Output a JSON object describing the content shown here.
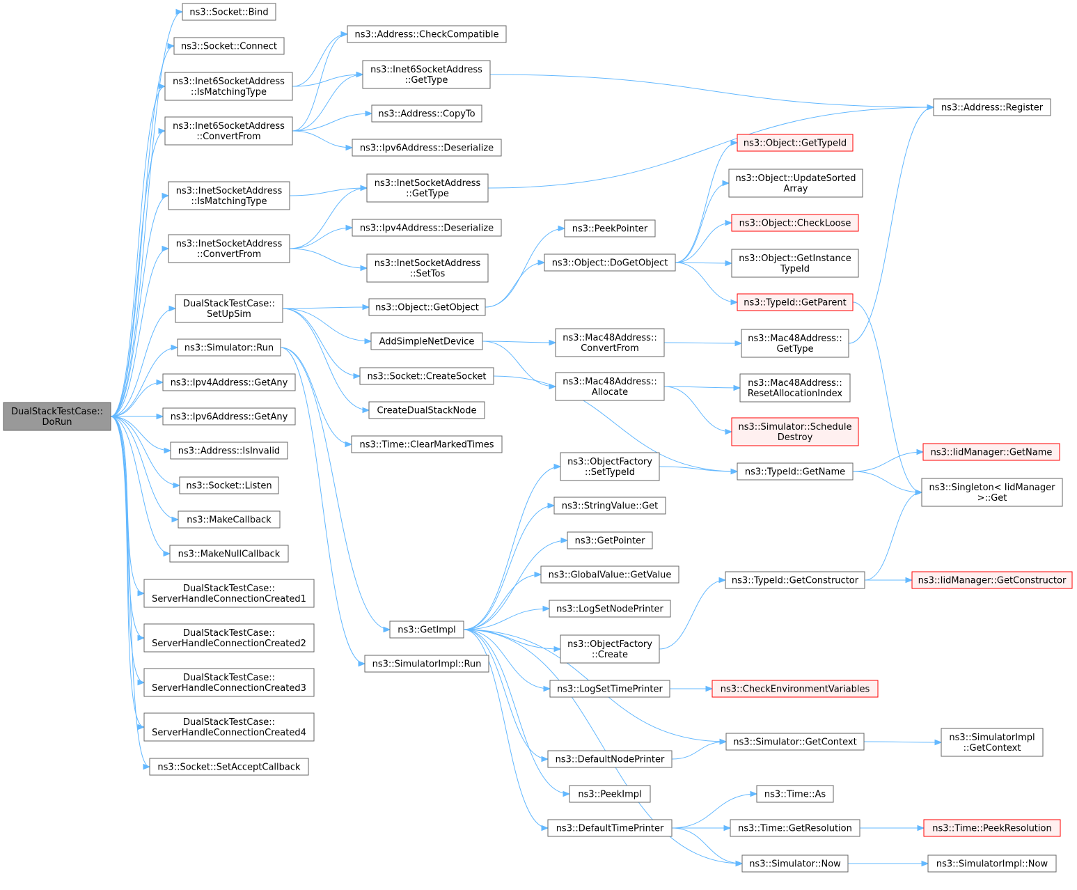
{
  "colors": {
    "edge": "#63b8ff",
    "root_fill": "#999999",
    "truncated_border": "#ff0000",
    "truncated_fill": "#fff0f0",
    "border": "#666666"
  },
  "nodes": [
    {
      "id": "root",
      "lines": [
        "DualStackTestCase::",
        "DoRun"
      ],
      "style": "root"
    },
    {
      "id": "sock_bind",
      "lines": [
        "ns3::Socket::Bind"
      ]
    },
    {
      "id": "sock_connect",
      "lines": [
        "ns3::Socket::Connect"
      ]
    },
    {
      "id": "i6_ismatch",
      "lines": [
        "ns3::Inet6SocketAddress",
        "::IsMatchingType"
      ]
    },
    {
      "id": "i6_convert",
      "lines": [
        "ns3::Inet6SocketAddress",
        "::ConvertFrom"
      ]
    },
    {
      "id": "i4_ismatch",
      "lines": [
        "ns3::InetSocketAddress",
        "::IsMatchingType"
      ]
    },
    {
      "id": "i4_convert",
      "lines": [
        "ns3::InetSocketAddress",
        "::ConvertFrom"
      ]
    },
    {
      "id": "setupsim",
      "lines": [
        "DualStackTestCase::",
        "SetUpSim"
      ]
    },
    {
      "id": "sim_run",
      "lines": [
        "ns3::Simulator::Run"
      ]
    },
    {
      "id": "ipv4_getany",
      "lines": [
        "ns3::Ipv4Address::GetAny"
      ]
    },
    {
      "id": "ipv6_getany",
      "lines": [
        "ns3::Ipv6Address::GetAny"
      ]
    },
    {
      "id": "addr_isinvalid",
      "lines": [
        "ns3::Address::IsInvalid"
      ]
    },
    {
      "id": "sock_listen",
      "lines": [
        "ns3::Socket::Listen"
      ]
    },
    {
      "id": "makecallback",
      "lines": [
        "ns3::MakeCallback"
      ]
    },
    {
      "id": "makenullcallback",
      "lines": [
        "ns3::MakeNullCallback"
      ]
    },
    {
      "id": "shcc1",
      "lines": [
        "DualStackTestCase::",
        "ServerHandleConnectionCreated1"
      ]
    },
    {
      "id": "shcc2",
      "lines": [
        "DualStackTestCase::",
        "ServerHandleConnectionCreated2"
      ]
    },
    {
      "id": "shcc3",
      "lines": [
        "DualStackTestCase::",
        "ServerHandleConnectionCreated3"
      ]
    },
    {
      "id": "shcc4",
      "lines": [
        "DualStackTestCase::",
        "ServerHandleConnectionCreated4"
      ]
    },
    {
      "id": "sock_setaccept",
      "lines": [
        "ns3::Socket::SetAcceptCallback"
      ]
    },
    {
      "id": "addr_checkcompat",
      "lines": [
        "ns3::Address::CheckCompatible"
      ]
    },
    {
      "id": "i6_gettype",
      "lines": [
        "ns3::Inet6SocketAddress",
        "::GetType"
      ]
    },
    {
      "id": "addr_copyto",
      "lines": [
        "ns3::Address::CopyTo"
      ]
    },
    {
      "id": "ipv6_deser",
      "lines": [
        "ns3::Ipv6Address::Deserialize"
      ]
    },
    {
      "id": "i4_gettype",
      "lines": [
        "ns3::InetSocketAddress",
        "::GetType"
      ]
    },
    {
      "id": "ipv4_deser",
      "lines": [
        "ns3::Ipv4Address::Deserialize"
      ]
    },
    {
      "id": "i4_settos",
      "lines": [
        "ns3::InetSocketAddress",
        "::SetTos"
      ]
    },
    {
      "id": "obj_getobject",
      "lines": [
        "ns3::Object::GetObject"
      ]
    },
    {
      "id": "addsimplenetdev",
      "lines": [
        "AddSimpleNetDevice"
      ]
    },
    {
      "id": "sock_create",
      "lines": [
        "ns3::Socket::CreateSocket"
      ]
    },
    {
      "id": "createdualstack",
      "lines": [
        "CreateDualStackNode"
      ]
    },
    {
      "id": "time_clearmarked",
      "lines": [
        "ns3::Time::ClearMarkedTimes"
      ]
    },
    {
      "id": "getimpl",
      "lines": [
        "ns3::GetImpl"
      ]
    },
    {
      "id": "simimpl_run",
      "lines": [
        "ns3::SimulatorImpl::Run"
      ]
    },
    {
      "id": "peekpointer",
      "lines": [
        "ns3::PeekPointer"
      ]
    },
    {
      "id": "obj_dogetobject",
      "lines": [
        "ns3::Object::DoGetObject"
      ]
    },
    {
      "id": "mac48_convert",
      "lines": [
        "ns3::Mac48Address::",
        "ConvertFrom"
      ]
    },
    {
      "id": "mac48_allocate",
      "lines": [
        "ns3::Mac48Address::",
        "Allocate"
      ]
    },
    {
      "id": "objfactory_settypeid",
      "lines": [
        "ns3::ObjectFactory",
        "::SetTypeId"
      ]
    },
    {
      "id": "stringvalue_get",
      "lines": [
        "ns3::StringValue::Get"
      ]
    },
    {
      "id": "getpointer",
      "lines": [
        "ns3::GetPointer"
      ]
    },
    {
      "id": "globalvalue_getvalue",
      "lines": [
        "ns3::GlobalValue::GetValue"
      ]
    },
    {
      "id": "logsetnodeprinter",
      "lines": [
        "ns3::LogSetNodePrinter"
      ]
    },
    {
      "id": "objfactory_create",
      "lines": [
        "ns3::ObjectFactory",
        "::Create"
      ]
    },
    {
      "id": "logsettimeprinter",
      "lines": [
        "ns3::LogSetTimePrinter"
      ]
    },
    {
      "id": "defaultnodeprinter",
      "lines": [
        "ns3::DefaultNodePrinter"
      ]
    },
    {
      "id": "peekimpl",
      "lines": [
        "ns3::PeekImpl"
      ]
    },
    {
      "id": "defaulttimeprinter",
      "lines": [
        "ns3::DefaultTimePrinter"
      ]
    },
    {
      "id": "addr_register",
      "lines": [
        "ns3::Address::Register"
      ]
    },
    {
      "id": "obj_gettypeid",
      "lines": [
        "ns3::Object::GetTypeId"
      ],
      "style": "trunc"
    },
    {
      "id": "obj_updatesorted",
      "lines": [
        "ns3::Object::UpdateSorted",
        "Array"
      ]
    },
    {
      "id": "obj_checkloose",
      "lines": [
        "ns3::Object::CheckLoose"
      ],
      "style": "trunc"
    },
    {
      "id": "obj_getinstance",
      "lines": [
        "ns3::Object::GetInstance",
        "TypeId"
      ]
    },
    {
      "id": "typeid_getparent",
      "lines": [
        "ns3::TypeId::GetParent"
      ],
      "style": "trunc"
    },
    {
      "id": "mac48_gettype",
      "lines": [
        "ns3::Mac48Address::",
        "GetType"
      ]
    },
    {
      "id": "mac48_reset",
      "lines": [
        "ns3::Mac48Address::",
        "ResetAllocationIndex"
      ]
    },
    {
      "id": "sim_scheduledestroy",
      "lines": [
        "ns3::Simulator::Schedule",
        "Destroy"
      ],
      "style": "trunc"
    },
    {
      "id": "typeid_getname",
      "lines": [
        "ns3::TypeId::GetName"
      ]
    },
    {
      "id": "typeid_getconstructor",
      "lines": [
        "ns3::TypeId::GetConstructor"
      ]
    },
    {
      "id": "checkenvvars",
      "lines": [
        "ns3::CheckEnvironmentVariables"
      ],
      "style": "trunc"
    },
    {
      "id": "sim_getcontext",
      "lines": [
        "ns3::Simulator::GetContext"
      ]
    },
    {
      "id": "time_as",
      "lines": [
        "ns3::Time::As"
      ]
    },
    {
      "id": "time_getres",
      "lines": [
        "ns3::Time::GetResolution"
      ]
    },
    {
      "id": "sim_now",
      "lines": [
        "ns3::Simulator::Now"
      ]
    },
    {
      "id": "iidmgr_getname",
      "lines": [
        "ns3::IidManager::GetName"
      ],
      "style": "trunc"
    },
    {
      "id": "singleton_get",
      "lines": [
        "ns3::Singleton< IidManager",
        ">::Get"
      ]
    },
    {
      "id": "iidmgr_getconstructor",
      "lines": [
        "ns3::IidManager::GetConstructor"
      ],
      "style": "trunc"
    },
    {
      "id": "simimpl_getcontext",
      "lines": [
        "ns3::SimulatorImpl",
        "::GetContext"
      ]
    },
    {
      "id": "time_peekres",
      "lines": [
        "ns3::Time::PeekResolution"
      ],
      "style": "trunc"
    },
    {
      "id": "simimpl_now",
      "lines": [
        "ns3::SimulatorImpl::Now"
      ]
    }
  ],
  "edges": [
    [
      "root",
      "sock_bind"
    ],
    [
      "root",
      "sock_connect"
    ],
    [
      "root",
      "i6_ismatch"
    ],
    [
      "root",
      "i6_convert"
    ],
    [
      "root",
      "i4_ismatch"
    ],
    [
      "root",
      "i4_convert"
    ],
    [
      "root",
      "setupsim"
    ],
    [
      "root",
      "sim_run"
    ],
    [
      "root",
      "ipv4_getany"
    ],
    [
      "root",
      "ipv6_getany"
    ],
    [
      "root",
      "addr_isinvalid"
    ],
    [
      "root",
      "sock_listen"
    ],
    [
      "root",
      "makecallback"
    ],
    [
      "root",
      "makenullcallback"
    ],
    [
      "root",
      "shcc1"
    ],
    [
      "root",
      "shcc2"
    ],
    [
      "root",
      "shcc3"
    ],
    [
      "root",
      "shcc4"
    ],
    [
      "root",
      "sock_setaccept"
    ],
    [
      "i6_ismatch",
      "addr_checkcompat"
    ],
    [
      "i6_ismatch",
      "i6_gettype"
    ],
    [
      "i6_convert",
      "addr_checkcompat"
    ],
    [
      "i6_convert",
      "i6_gettype"
    ],
    [
      "i6_convert",
      "addr_copyto"
    ],
    [
      "i6_convert",
      "ipv6_deser"
    ],
    [
      "i6_gettype",
      "addr_register"
    ],
    [
      "i4_ismatch",
      "i4_gettype"
    ],
    [
      "i4_gettype",
      "addr_register"
    ],
    [
      "i4_convert",
      "i4_gettype"
    ],
    [
      "i4_convert",
      "ipv4_deser"
    ],
    [
      "i4_convert",
      "i4_settos"
    ],
    [
      "setupsim",
      "obj_getobject"
    ],
    [
      "setupsim",
      "addsimplenetdev"
    ],
    [
      "setupsim",
      "sock_create"
    ],
    [
      "setupsim",
      "createdualstack"
    ],
    [
      "sim_run",
      "getimpl"
    ],
    [
      "sim_run",
      "time_clearmarked"
    ],
    [
      "sim_run",
      "simimpl_run"
    ],
    [
      "obj_getobject",
      "peekpointer"
    ],
    [
      "obj_getobject",
      "obj_dogetobject"
    ],
    [
      "obj_dogetobject",
      "obj_gettypeid"
    ],
    [
      "obj_dogetobject",
      "obj_updatesorted"
    ],
    [
      "obj_dogetobject",
      "obj_checkloose"
    ],
    [
      "obj_dogetobject",
      "obj_getinstance"
    ],
    [
      "obj_dogetobject",
      "typeid_getparent"
    ],
    [
      "typeid_getparent",
      "singleton_get"
    ],
    [
      "addsimplenetdev",
      "mac48_convert"
    ],
    [
      "addsimplenetdev",
      "mac48_allocate"
    ],
    [
      "mac48_convert",
      "mac48_gettype"
    ],
    [
      "mac48_gettype",
      "addr_register"
    ],
    [
      "mac48_allocate",
      "mac48_reset"
    ],
    [
      "mac48_allocate",
      "sim_scheduledestroy"
    ],
    [
      "sock_create",
      "typeid_getname"
    ],
    [
      "getimpl",
      "objfactory_settypeid"
    ],
    [
      "getimpl",
      "stringvalue_get"
    ],
    [
      "getimpl",
      "getpointer"
    ],
    [
      "getimpl",
      "globalvalue_getvalue"
    ],
    [
      "getimpl",
      "logsetnodeprinter"
    ],
    [
      "getimpl",
      "objfactory_create"
    ],
    [
      "getimpl",
      "logsettimeprinter"
    ],
    [
      "getimpl",
      "defaultnodeprinter"
    ],
    [
      "getimpl",
      "peekimpl"
    ],
    [
      "getimpl",
      "defaulttimeprinter"
    ],
    [
      "getimpl",
      "sim_getcontext"
    ],
    [
      "getimpl",
      "sim_now"
    ],
    [
      "objfactory_settypeid",
      "typeid_getname"
    ],
    [
      "typeid_getname",
      "iidmgr_getname"
    ],
    [
      "typeid_getname",
      "singleton_get"
    ],
    [
      "objfactory_create",
      "typeid_getconstructor"
    ],
    [
      "typeid_getconstructor",
      "singleton_get"
    ],
    [
      "typeid_getconstructor",
      "iidmgr_getconstructor"
    ],
    [
      "logsettimeprinter",
      "checkenvvars"
    ],
    [
      "defaultnodeprinter",
      "sim_getcontext"
    ],
    [
      "sim_getcontext",
      "simimpl_getcontext"
    ],
    [
      "defaulttimeprinter",
      "time_as"
    ],
    [
      "defaulttimeprinter",
      "time_getres"
    ],
    [
      "defaulttimeprinter",
      "sim_now"
    ],
    [
      "time_getres",
      "time_peekres"
    ],
    [
      "sim_now",
      "simimpl_now"
    ]
  ]
}
